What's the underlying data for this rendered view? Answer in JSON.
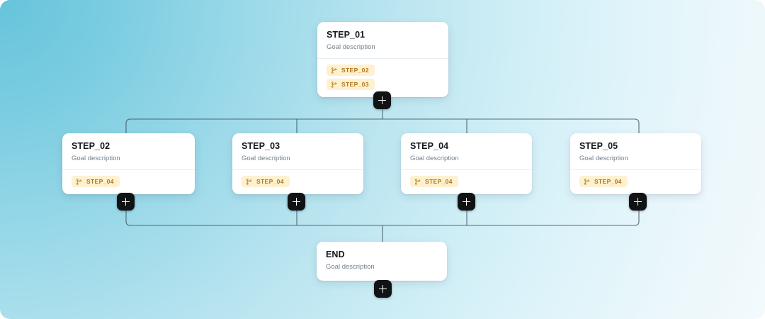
{
  "canvas": {
    "background_from": "#66c4db",
    "background_to": "#f2fafc",
    "accent_node_bg": "#ffffff",
    "badge_bg": "#fdf1cf",
    "badge_fg": "#b4751b",
    "button_bg": "#101213",
    "connector_color": "#3e5360"
  },
  "icons": {
    "branch": "git-branch-icon",
    "plus": "plus-icon"
  },
  "nodes": [
    {
      "id": "step-01",
      "title": "STEP_01",
      "description": "Goal description",
      "badges": [
        "STEP_02",
        "STEP_03"
      ],
      "add_button_label": "+"
    },
    {
      "id": "step-02",
      "title": "STEP_02",
      "description": "Goal description",
      "badges": [
        "STEP_04"
      ],
      "add_button_label": "+"
    },
    {
      "id": "step-03",
      "title": "STEP_03",
      "description": "Goal description",
      "badges": [
        "STEP_04"
      ],
      "add_button_label": "+"
    },
    {
      "id": "step-04",
      "title": "STEP_04",
      "description": "Goal description",
      "badges": [
        "STEP_04"
      ],
      "add_button_label": "+"
    },
    {
      "id": "step-05",
      "title": "STEP_05",
      "description": "Goal description",
      "badges": [
        "STEP_04"
      ],
      "add_button_label": "+"
    },
    {
      "id": "end",
      "title": "END",
      "description": "Goal description",
      "badges": [],
      "add_button_label": "+"
    }
  ]
}
